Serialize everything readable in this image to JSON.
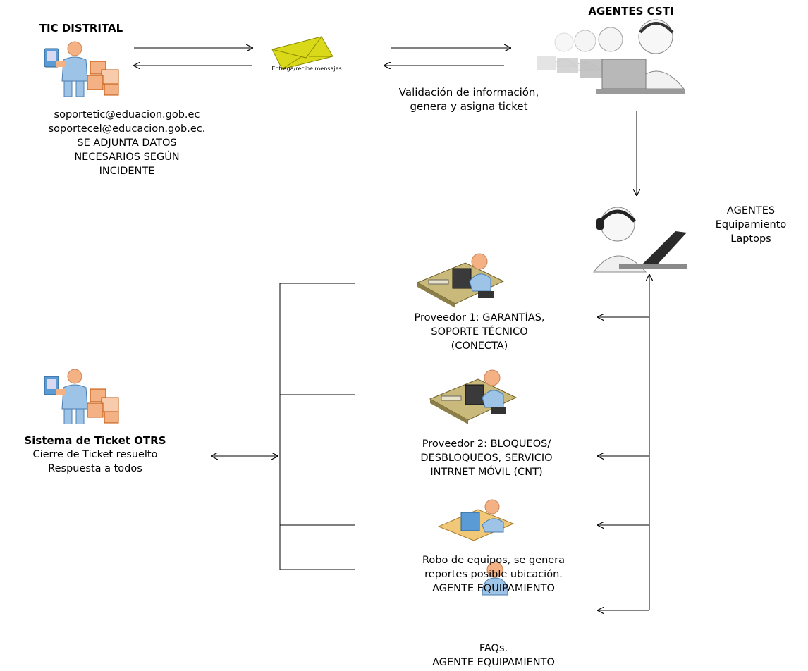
{
  "tic": {
    "title": "TIC DISTRITAL",
    "emails": [
      "soportetic@eduacion.gob.ec",
      "soportecel@educacion.gob.ec."
    ],
    "note_lines": [
      "SE ADJUNTA DATOS",
      "NECESARIOS SEGÚN",
      "INCIDENTE"
    ]
  },
  "envelope": {
    "caption": "Entrega/recibe  mensajes"
  },
  "csti": {
    "title": "AGENTES CSTI",
    "desc_lines": [
      "Validación de información,",
      "genera y asigna ticket"
    ]
  },
  "laptops": {
    "lines": [
      "AGENTES",
      "Equipamiento",
      "Laptops"
    ]
  },
  "providers": [
    {
      "lines": [
        "Proveedor 1: GARANTÍAS,",
        "SOPORTE TÉCNICO",
        "(CONECTA)"
      ]
    },
    {
      "lines": [
        "Proveedor 2: BLOQUEOS/",
        "DESBLOQUEOS, SERVICIO",
        "INTRNET MÓVIL (CNT)"
      ]
    },
    {
      "lines": [
        "Robo de equipos, se genera",
        "reportes posible ubicación.",
        "AGENTE EQUIPAMIENTO"
      ]
    },
    {
      "lines": [
        "FAQs.",
        "AGENTE EQUIPAMIENTO"
      ]
    }
  ],
  "otrs": {
    "title": "Sistema de Ticket OTRS",
    "lines": [
      "Cierre de Ticket resuelto",
      "Respuesta a todos"
    ]
  },
  "colors": {
    "skin": "#f4b183",
    "shirt": "#9dc3e6",
    "desk": "#c9b97a",
    "envelope": "#d9d91a"
  }
}
